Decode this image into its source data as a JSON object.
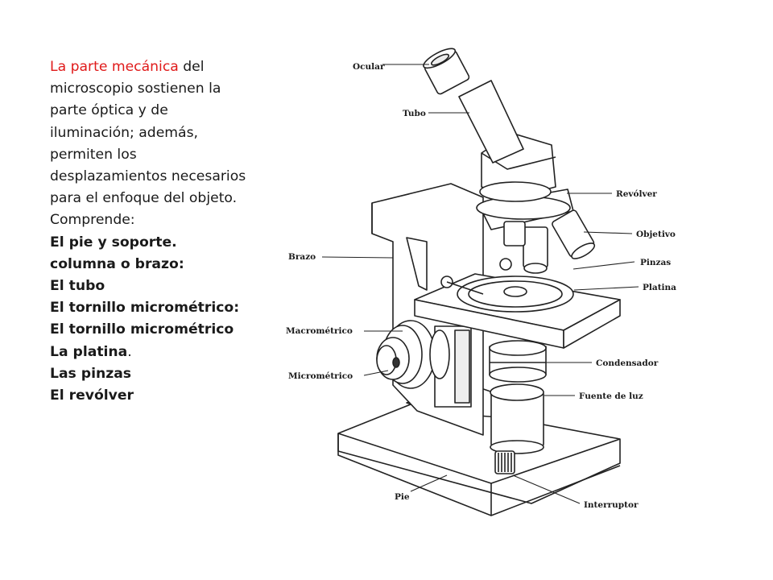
{
  "text": {
    "intro_accent": "La parte mecánica",
    "intro_lines": [
      " del",
      "microscopio sostienen la",
      "parte óptica y de",
      "iluminación; además,",
      "permiten los",
      "desplazamientos necesarios",
      "para el enfoque del objeto.",
      "Comprende:"
    ],
    "items": [
      "El pie y soporte.",
      "columna o brazo:",
      "El tubo",
      "El tornillo micrométrico:",
      "El tornillo micrométrico",
      "La platina",
      "Las pinzas",
      "El revólver"
    ],
    "items_suffix_platina": "."
  },
  "diagram": {
    "labels": {
      "ocular": "Ocular",
      "tubo": "Tubo",
      "revolver": "Revólver",
      "objetivo": "Objetivo",
      "pinzas": "Pinzas",
      "platina": "Platina",
      "brazo": "Brazo",
      "macrometrico": "Macrométrico",
      "micrometrico": "Micrométrico",
      "condensador": "Condensador",
      "fuente_de_luz": "Fuente de luz",
      "pie": "Pie",
      "interruptor": "Interruptor"
    }
  },
  "colors": {
    "accent": "#e01a1a",
    "text": "#1a1a1a",
    "line": "#222222"
  }
}
